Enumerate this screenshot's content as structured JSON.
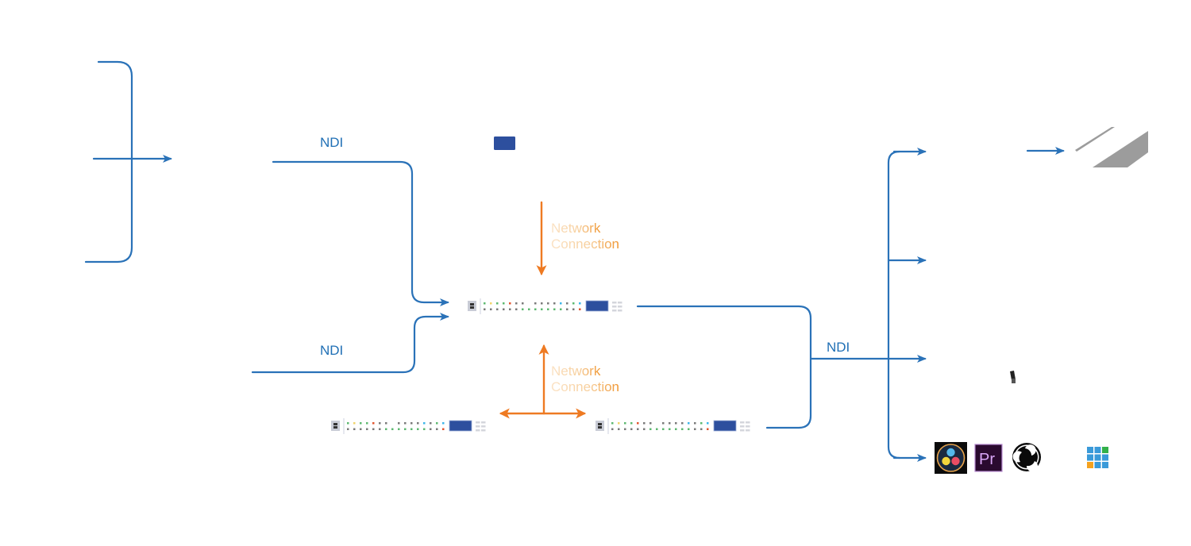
{
  "labels": {
    "ndi_top": "NDI",
    "ndi_bottom": "NDI",
    "ndi_right": "NDI",
    "network_top_line1": "Network",
    "network_top_line2": "Connection",
    "network_bottom_line1": "Network",
    "network_bottom_line2": "Connection"
  },
  "colors": {
    "wire_blue": "#2a72b8",
    "network_orange": "#ee7a22",
    "network_text_faded": "#f9dcb8",
    "network_text_strong": "#f0952f",
    "switch_panel_blue": "#2d4f9e",
    "led_green": "#5db870",
    "led_yellow": "#f2d46b",
    "led_red": "#e2552f",
    "led_gray": "#7a7a7a",
    "led_cyan": "#3cb6ea"
  },
  "switches": [
    {
      "name": "core-switch",
      "top_row": [
        "green",
        "yellow",
        "green",
        "green",
        "red",
        "gray",
        "gray",
        "",
        "gray",
        "gray",
        "gray",
        "gray",
        "cyan",
        "gray",
        "green",
        "cyan"
      ],
      "bottom_row": [
        "gray",
        "gray",
        "gray",
        "gray",
        "gray",
        "gray",
        "green",
        "green",
        "green",
        "green",
        "green",
        "green",
        "green",
        "gray",
        "gray",
        "red"
      ]
    },
    {
      "name": "edge-switch-left",
      "top_row": [
        "green",
        "yellow",
        "green",
        "green",
        "red",
        "gray",
        "gray",
        "",
        "gray",
        "gray",
        "gray",
        "gray",
        "cyan",
        "gray",
        "green",
        "cyan"
      ],
      "bottom_row": [
        "gray",
        "gray",
        "gray",
        "gray",
        "gray",
        "gray",
        "green",
        "green",
        "green",
        "green",
        "green",
        "green",
        "green",
        "gray",
        "gray",
        "red"
      ]
    },
    {
      "name": "edge-switch-right",
      "top_row": [
        "green",
        "yellow",
        "green",
        "green",
        "red",
        "gray",
        "gray",
        "",
        "gray",
        "gray",
        "gray",
        "gray",
        "cyan",
        "gray",
        "green",
        "cyan"
      ],
      "bottom_row": [
        "gray",
        "gray",
        "gray",
        "gray",
        "gray",
        "gray",
        "green",
        "green",
        "green",
        "green",
        "green",
        "green",
        "green",
        "gray",
        "gray",
        "red"
      ]
    }
  ],
  "apps": [
    {
      "name": "davinci-resolve",
      "icon": "davinci-resolve-icon"
    },
    {
      "name": "adobe-premiere-pro",
      "icon": "premiere-pro-icon",
      "text": "Pr"
    },
    {
      "name": "obs-studio",
      "icon": "obs-icon"
    },
    {
      "name": "grid-app",
      "icon": "grid-app-icon",
      "cells": [
        "#3a9ad9",
        "#3a9ad9",
        "#32b04a",
        "#3a9ad9",
        "#3a9ad9",
        "#3a9ad9",
        "#f5a21f",
        "#3a9ad9",
        "#3a9ad9"
      ]
    }
  ]
}
